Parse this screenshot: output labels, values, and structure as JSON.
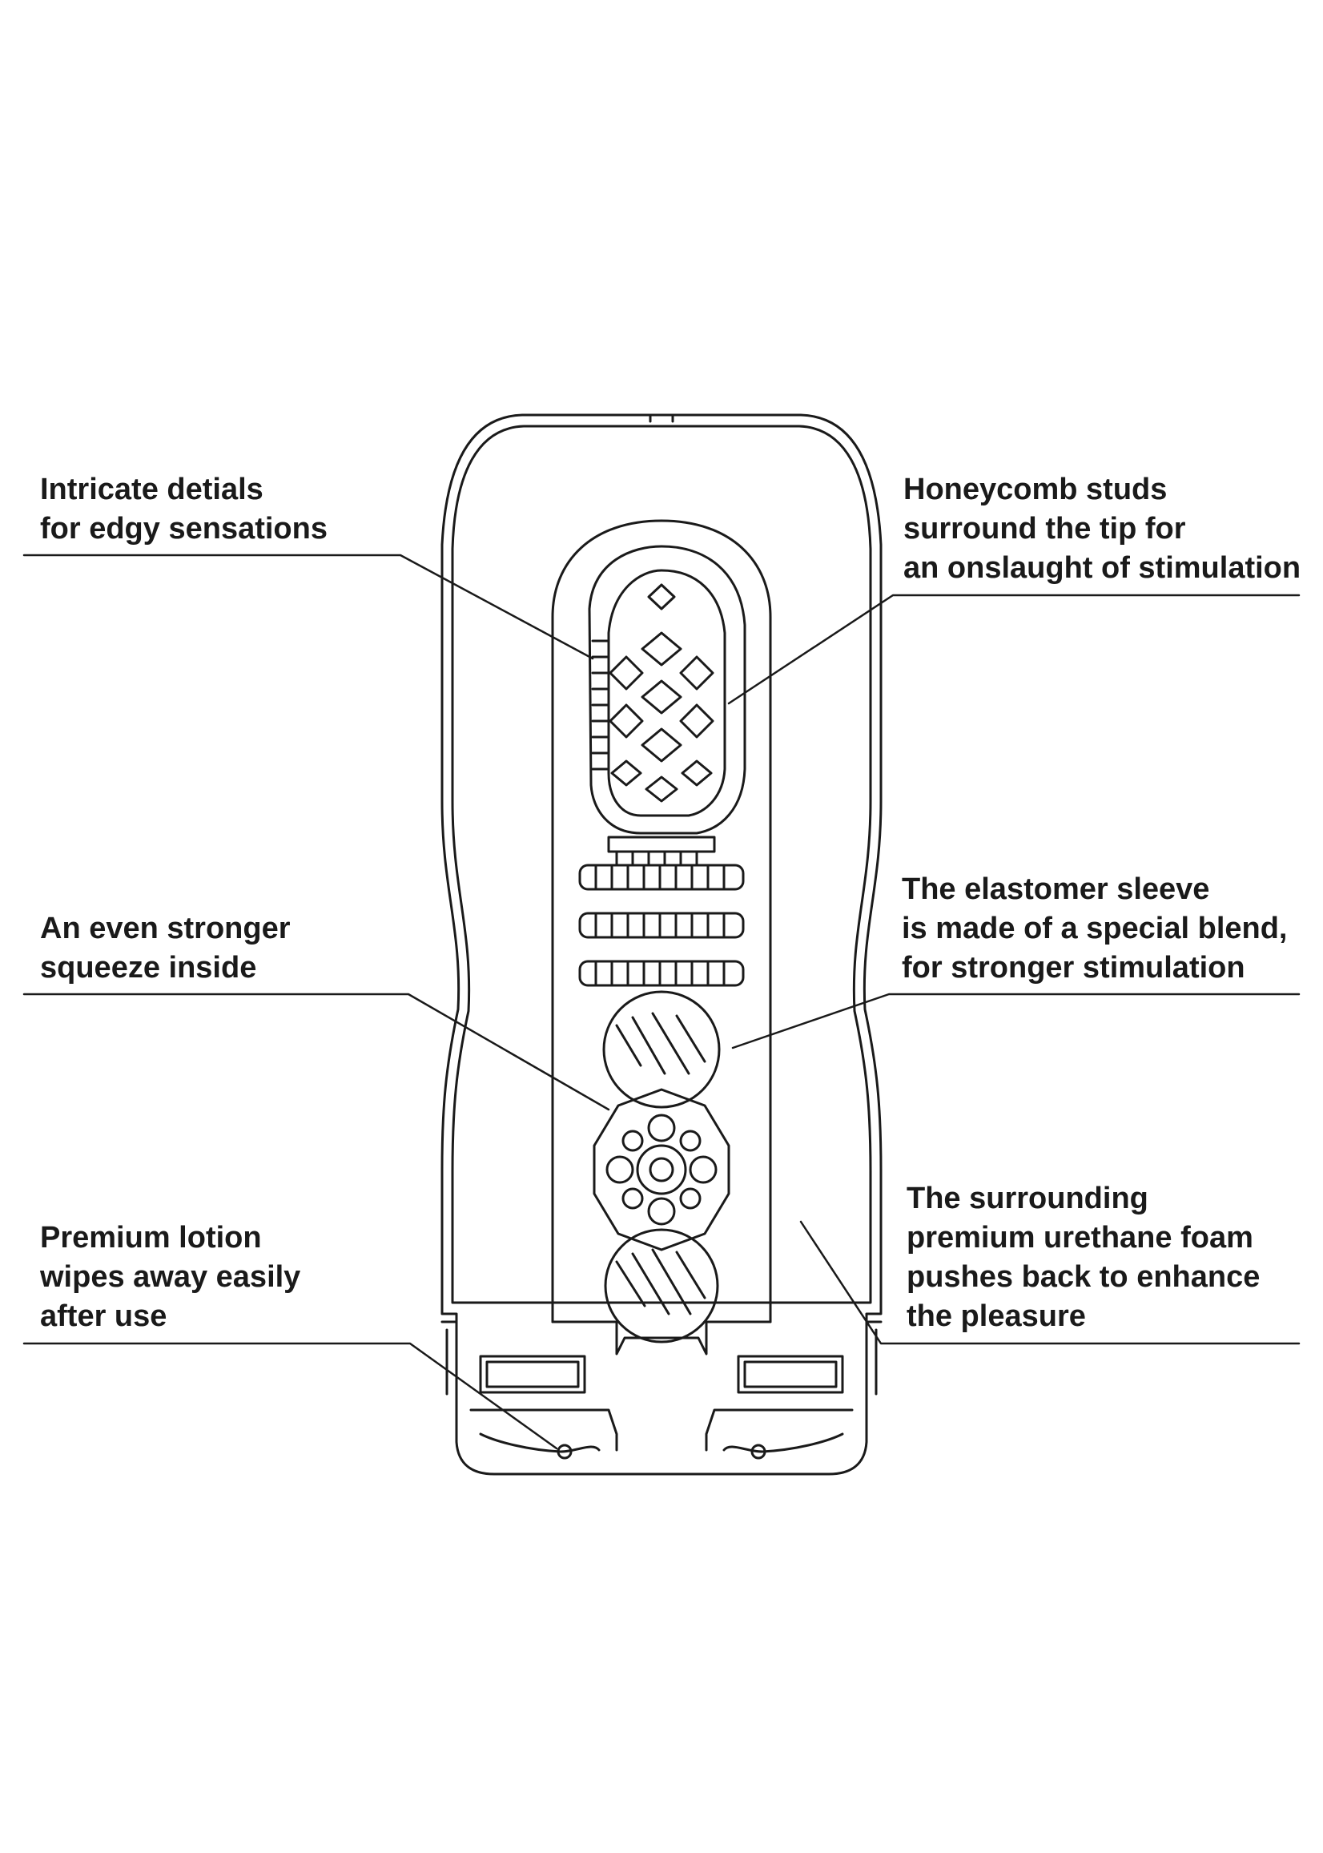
{
  "callouts": {
    "intricate": {
      "lines": [
        "Intricate detials",
        "for edgy sensations"
      ]
    },
    "honeycomb": {
      "lines": [
        "Honeycomb studs",
        "surround the tip for",
        "an onslaught of stimulation"
      ]
    },
    "squeeze": {
      "lines": [
        "An even stronger",
        "squeeze inside"
      ]
    },
    "elastomer": {
      "lines": [
        "The elastomer sleeve",
        "is made of a special blend,",
        "for stronger stimulation"
      ]
    },
    "lotion": {
      "lines": [
        "Premium lotion",
        "wipes away easily",
        "after use"
      ]
    },
    "foam": {
      "lines": [
        "The surrounding",
        "premium urethane foam",
        "pushes back to enhance",
        "the pleasure"
      ]
    }
  },
  "colors": {
    "ink": "#1a1a1a",
    "background": "#ffffff"
  }
}
